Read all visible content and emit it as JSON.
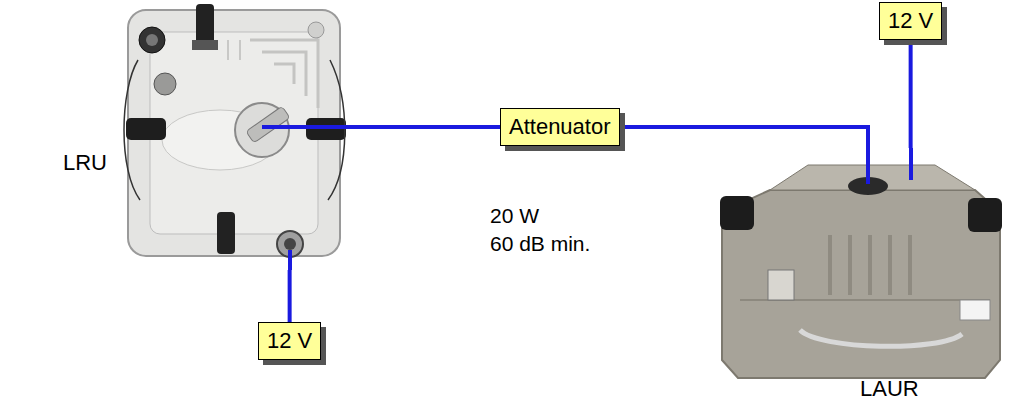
{
  "diagram": {
    "nodes": [
      {
        "text": [
          "LRU"
        ]
      },
      {
        "text": [
          "Attenuator"
        ]
      },
      {
        "text": [
          "12 V"
        ]
      },
      {
        "text": [
          "LAUR"
        ]
      },
      {
        "text": [
          "12 V"
        ]
      }
    ],
    "edges": [
      {
        "from": 0,
        "to": 1,
        "arrow": "none"
      },
      {
        "from": 1,
        "to": 3,
        "arrow": "none"
      },
      {
        "from": 2,
        "to": 3,
        "arrow": "none"
      },
      {
        "from": 4,
        "to": 0,
        "arrow": "none"
      }
    ],
    "labels": [
      "20 W",
      "60 dB min."
    ]
  }
}
